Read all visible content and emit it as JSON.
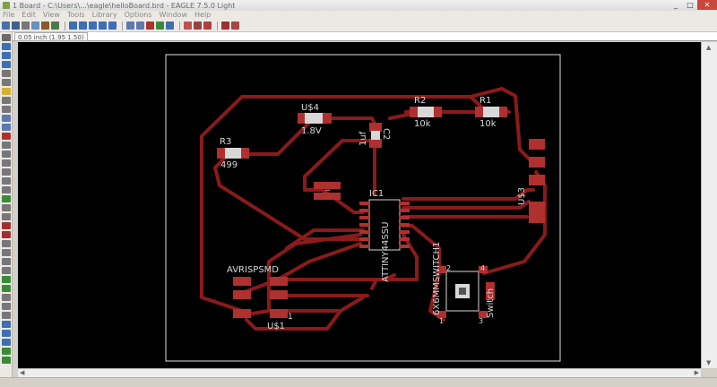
{
  "window": {
    "title": "1 Board - C:\\Users\\...\\eagle\\helloBoard.brd - EAGLE 7.5.0 Light",
    "buttons": {
      "minimize": "_",
      "maximize": "□",
      "close": "✕"
    }
  },
  "menu": [
    "File",
    "Edit",
    "View",
    "Tools",
    "Library",
    "Options",
    "Window",
    "Help"
  ],
  "statusstrip": {
    "coords": "0.05 inch (1.95 1.50)"
  },
  "canvas": {
    "labels": {
      "u4": "U$4",
      "u4_val": "1.8V",
      "r2": "R2",
      "r2_val": "10k",
      "r1": "R1",
      "r1_val": "10k",
      "r3": "R3",
      "r3_val": "499",
      "cap": "1uf",
      "cap_name": "C2",
      "ic1": "IC1",
      "ic_name": "ATTINY44SSU",
      "u3": "U$3",
      "avr": "AVRISPSMD",
      "u1": "U$1",
      "pin1": "1",
      "sw_name": "6X6MMSWITCH1",
      "sw_val": "Switch",
      "sw_p1": "1",
      "sw_p2": "2",
      "sw_p3": "3",
      "sw_p4": "4"
    }
  },
  "colors": {
    "trace": "#8b1a1a",
    "pad": "#b03030",
    "silk": "#d8d8d8",
    "outline": "#e0e0e0",
    "bg": "#000000"
  }
}
